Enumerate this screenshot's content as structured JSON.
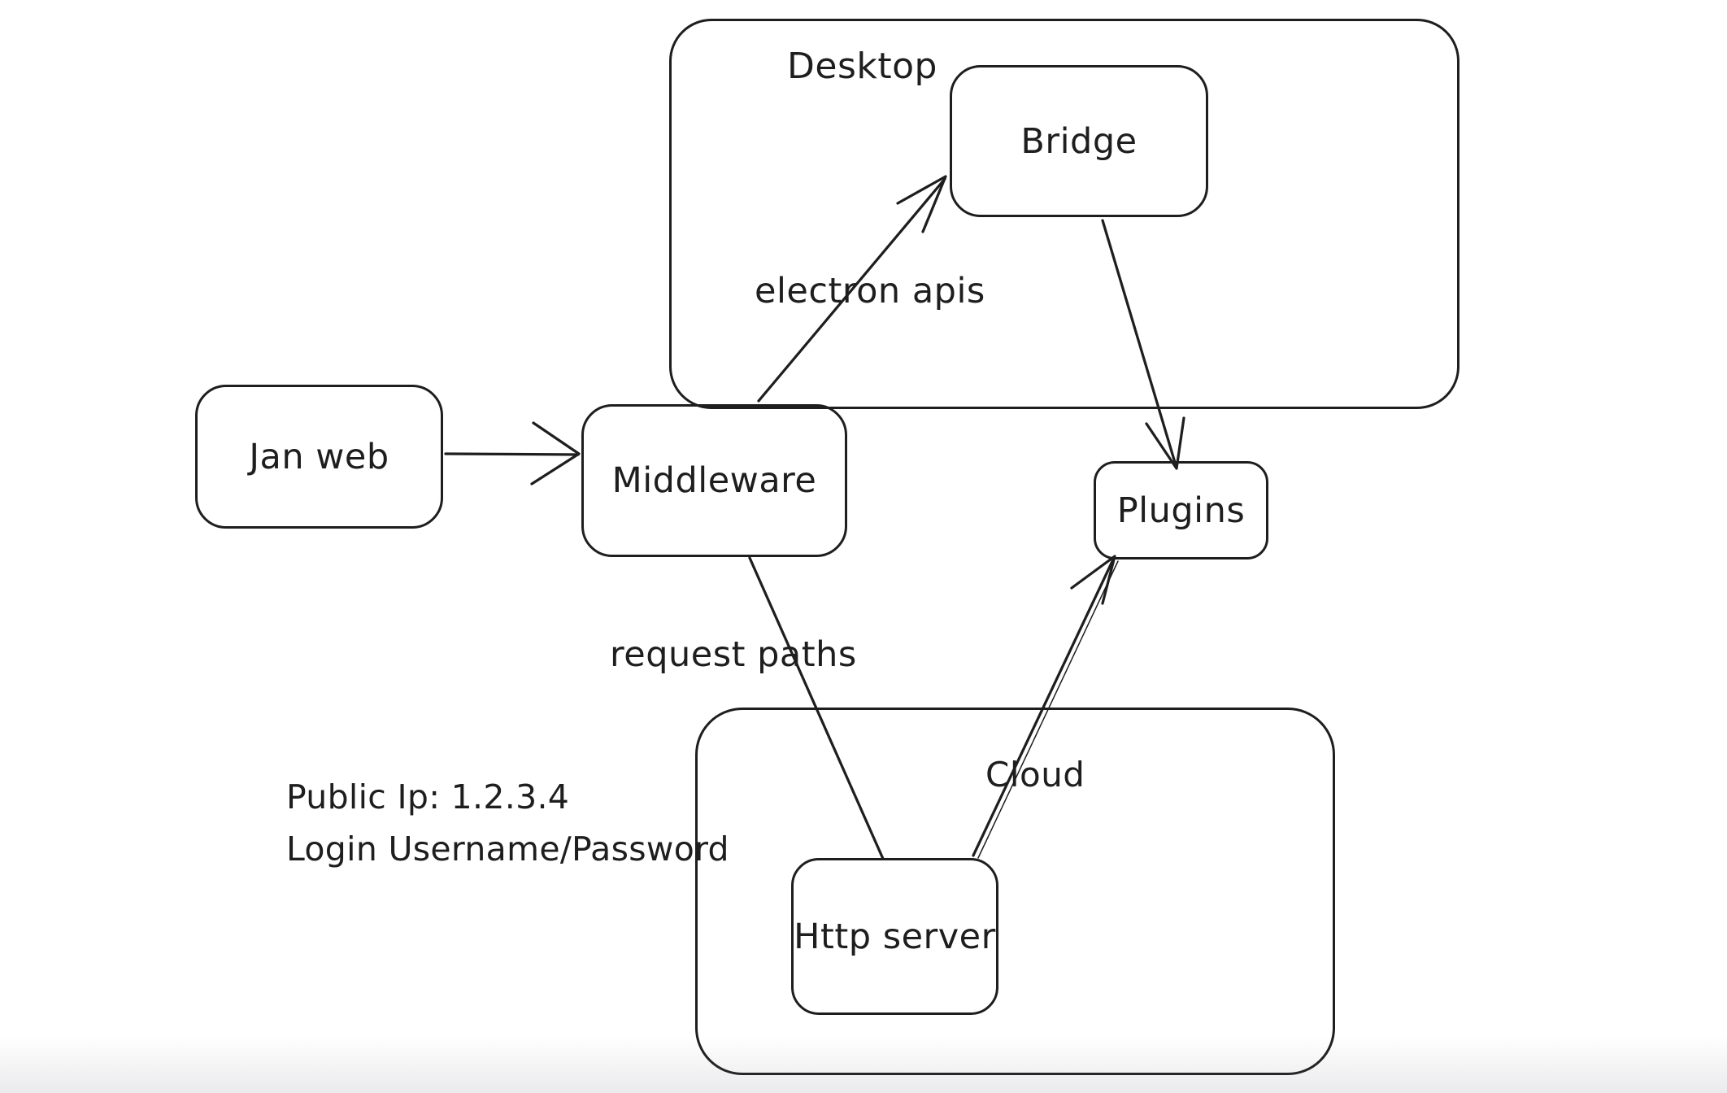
{
  "canvas": {
    "background": "#ffffff",
    "stroke_color": "#1e1e1e"
  },
  "containers": {
    "desktop": {
      "label": "Desktop"
    },
    "cloud": {
      "label": "Cloud"
    }
  },
  "nodes": {
    "jan_web": {
      "label": "Jan web"
    },
    "middleware": {
      "label": "Middleware"
    },
    "bridge": {
      "label": "Bridge"
    },
    "plugins": {
      "label": "Plugins"
    },
    "http_server": {
      "label": "Http server"
    }
  },
  "edge_labels": {
    "electron_apis": "electron apis",
    "request_paths": "request paths"
  },
  "annotations": {
    "public_ip": "Public Ip: 1.2.3.4",
    "login": "Login Username/Password"
  },
  "edges": [
    {
      "from": "Jan web",
      "to": "Middleware",
      "label": "",
      "arrowhead": "open"
    },
    {
      "from": "Middleware",
      "to": "Bridge",
      "label": "electron apis",
      "arrowhead": "open"
    },
    {
      "from": "Bridge",
      "to": "Plugins",
      "label": "",
      "arrowhead": "open"
    },
    {
      "from": "Middleware",
      "to": "Http server",
      "label": "request paths",
      "arrowhead": "none"
    },
    {
      "from": "Http server",
      "to": "Plugins",
      "label": "",
      "arrowhead": "open"
    }
  ]
}
